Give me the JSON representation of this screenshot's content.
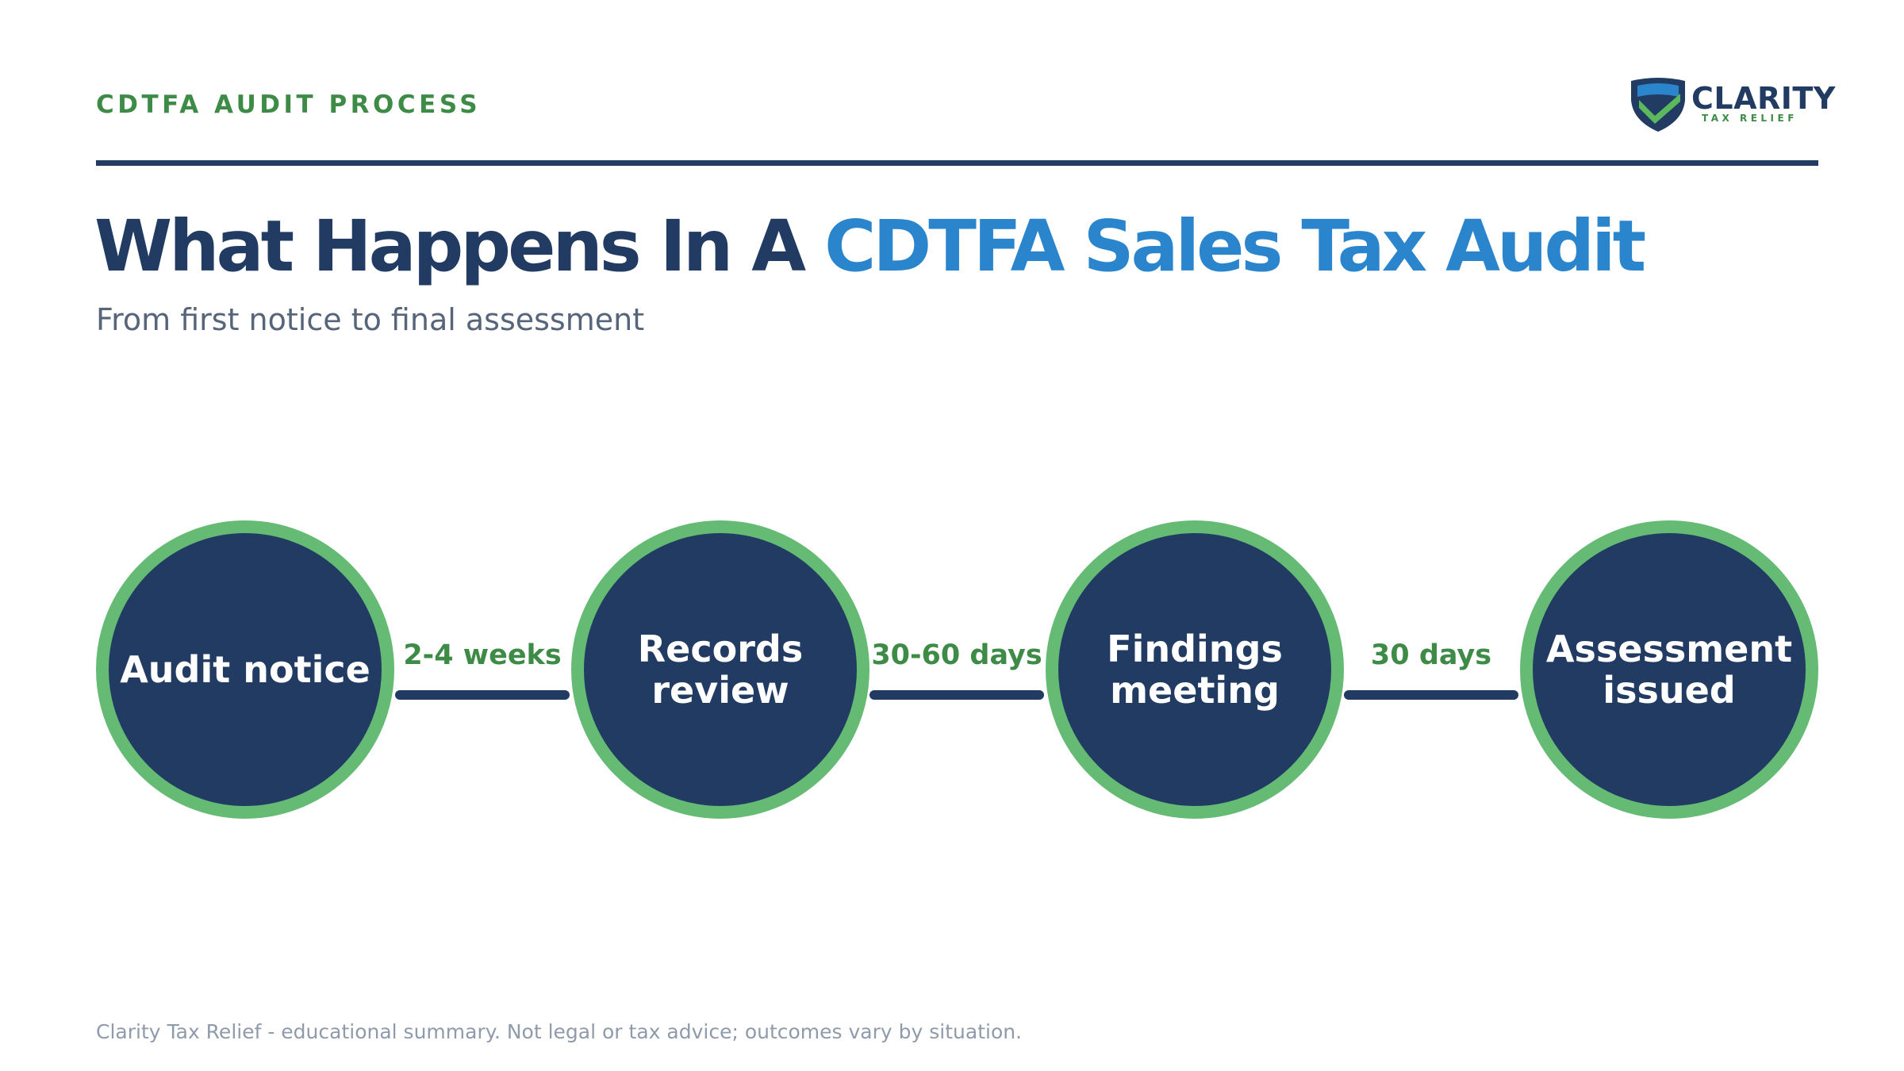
{
  "header": {
    "eyebrow": "CDTFA AUDIT PROCESS",
    "logo_name": "CLARITY",
    "logo_tagline": "TAX RELIEF"
  },
  "title": {
    "lead": "What Happens In A ",
    "highlight": "CDTFA Sales Tax Audit"
  },
  "subtitle": "From first notice to final assessment",
  "steps": [
    {
      "label": "Audit notice"
    },
    {
      "label": "Records\nreview"
    },
    {
      "label": "Findings\nmeeting"
    },
    {
      "label": "Assessment\nissued"
    }
  ],
  "durations": [
    "2-4 weeks",
    "30-60 days",
    "30 days"
  ],
  "footer": "Clarity Tax Relief - educational summary. Not legal or tax advice; outcomes vary by situation.",
  "colors": {
    "navy": "#223b63",
    "blue_accent": "#2b85cc",
    "green": "#3d8b46",
    "ring_green": "#65bb74",
    "muted": "#56657a",
    "footer_gray": "#8f9aab"
  },
  "icons": {
    "logo": "shield-check-icon"
  }
}
